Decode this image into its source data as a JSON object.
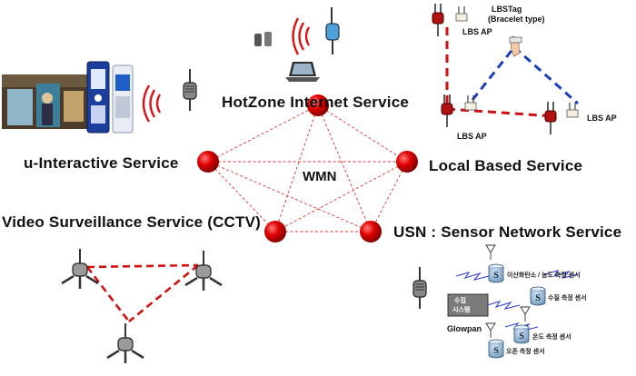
{
  "diagram": {
    "center_label": "WMN",
    "services": {
      "hotzone": "HotZone Internet Service",
      "interactive": "u-Interactive Service",
      "local": "Local Based Service",
      "video": "Video Surveillance Service (CCTV)",
      "usn": "USN : Sensor Network Service"
    },
    "lbs": {
      "tag_line1": "LBSTag",
      "tag_line2": "(Bracelet type)",
      "ap_top": "LBS AP",
      "ap_right": "LBS AP",
      "ap_bottom": "LBS AP"
    },
    "usn_panel": {
      "collector_line1": "수집",
      "collector_line2": "시스템",
      "glowpan": "Glowpan",
      "sensors": [
        "이산화탄소 / 농도 측정 센서",
        "수질 측정 센서",
        "온도 측정 센서",
        "오존 측정 센서"
      ],
      "sensor_letter": "S"
    },
    "colors": {
      "node_red": "#d40000",
      "mesh_link": "#e03030",
      "lbs_red": "#cc1111",
      "lbs_blue": "#1a3fbf",
      "signal_red": "#dd1111",
      "wireless_blue": "#3344cc"
    }
  }
}
